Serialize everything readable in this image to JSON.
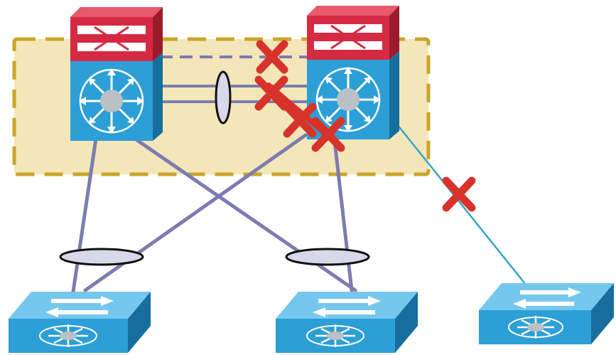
{
  "diagram": {
    "background": "#ffffff",
    "colors": {
      "domain_fill": "#f3e6b9",
      "domain_border": "#c9a52a",
      "switch_blue": "#2c9fd6",
      "switch_blue_dark": "#176e9e",
      "switch_blue_top": "#76c7ee",
      "chassis_red": "#d62a43",
      "chassis_red_dark": "#9c1a2d",
      "link": "#7c7cb0",
      "peer_keepalive": "#7c7cb0",
      "orphan_link": "#33a6c7",
      "failure_mark": "#d8332b",
      "port_channel_fill": "#d8d8ea"
    },
    "icons": {
      "core_switch": "nexus-core-switch-icon",
      "access_switch": "access-switch-icon",
      "failure": "x-failure-icon"
    },
    "devices": [
      {
        "id": "core-left",
        "type": "core_switch"
      },
      {
        "id": "core-right",
        "type": "core_switch"
      },
      {
        "id": "access-left",
        "type": "access_switch"
      },
      {
        "id": "access-middle",
        "type": "access_switch"
      },
      {
        "id": "access-right",
        "type": "access_switch"
      }
    ],
    "links": [
      {
        "from": "core-left",
        "to": "core-right",
        "kind": "peer-keepalive",
        "style": "dashed",
        "failed": true
      },
      {
        "from": "core-left",
        "to": "core-right",
        "kind": "peer-link",
        "style": "solid",
        "failed": true
      },
      {
        "from": "core-left",
        "to": "access-left",
        "kind": "uplink",
        "style": "solid",
        "failed": false
      },
      {
        "from": "core-left",
        "to": "access-middle",
        "kind": "uplink",
        "style": "solid",
        "failed": false
      },
      {
        "from": "core-right",
        "to": "access-left",
        "kind": "uplink",
        "style": "solid",
        "failed": true
      },
      {
        "from": "core-right",
        "to": "access-middle",
        "kind": "uplink",
        "style": "solid",
        "failed": true
      },
      {
        "from": "core-right",
        "to": "access-right",
        "kind": "orphan",
        "style": "solid",
        "failed": true
      }
    ],
    "failure_marks": 6
  }
}
